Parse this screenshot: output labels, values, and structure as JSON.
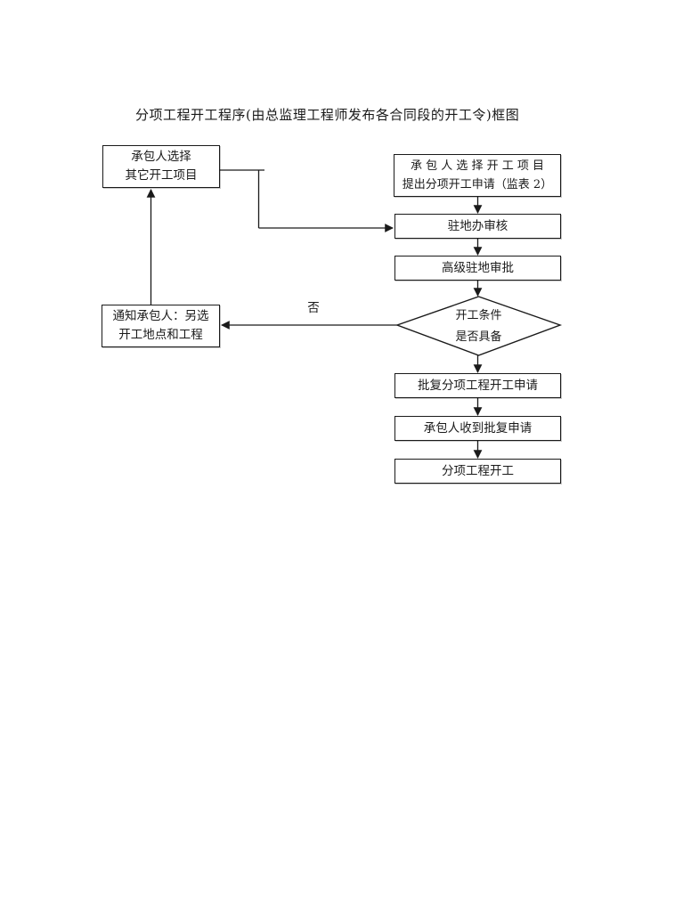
{
  "title": "分项工程开工程序(由总监理工程师发布各合同段的开工令)框图",
  "colors": {
    "ink": "#1a1a1a",
    "background": "#ffffff"
  },
  "nodes": {
    "select_other": {
      "line1": "承包人选择",
      "line2": "其它开工项目"
    },
    "apply": {
      "line1": "承 包 人 选 择 开 工 项 目",
      "line2": "提出分项开工申请（监表 2）"
    },
    "review": {
      "label": "驻地办审核"
    },
    "senior_approve": {
      "label": "高级驻地审批"
    },
    "decision": {
      "line1": "开工条件",
      "line2": "是否具备"
    },
    "approve_reply": {
      "label": "批复分项工程开工申请"
    },
    "receive_reply": {
      "label": "承包人收到批复申请"
    },
    "start_work": {
      "label": "分项工程开工"
    },
    "notify": {
      "line1": "通知承包人：另选",
      "line2": "开工地点和工程"
    }
  },
  "edge_labels": {
    "no": "否"
  }
}
